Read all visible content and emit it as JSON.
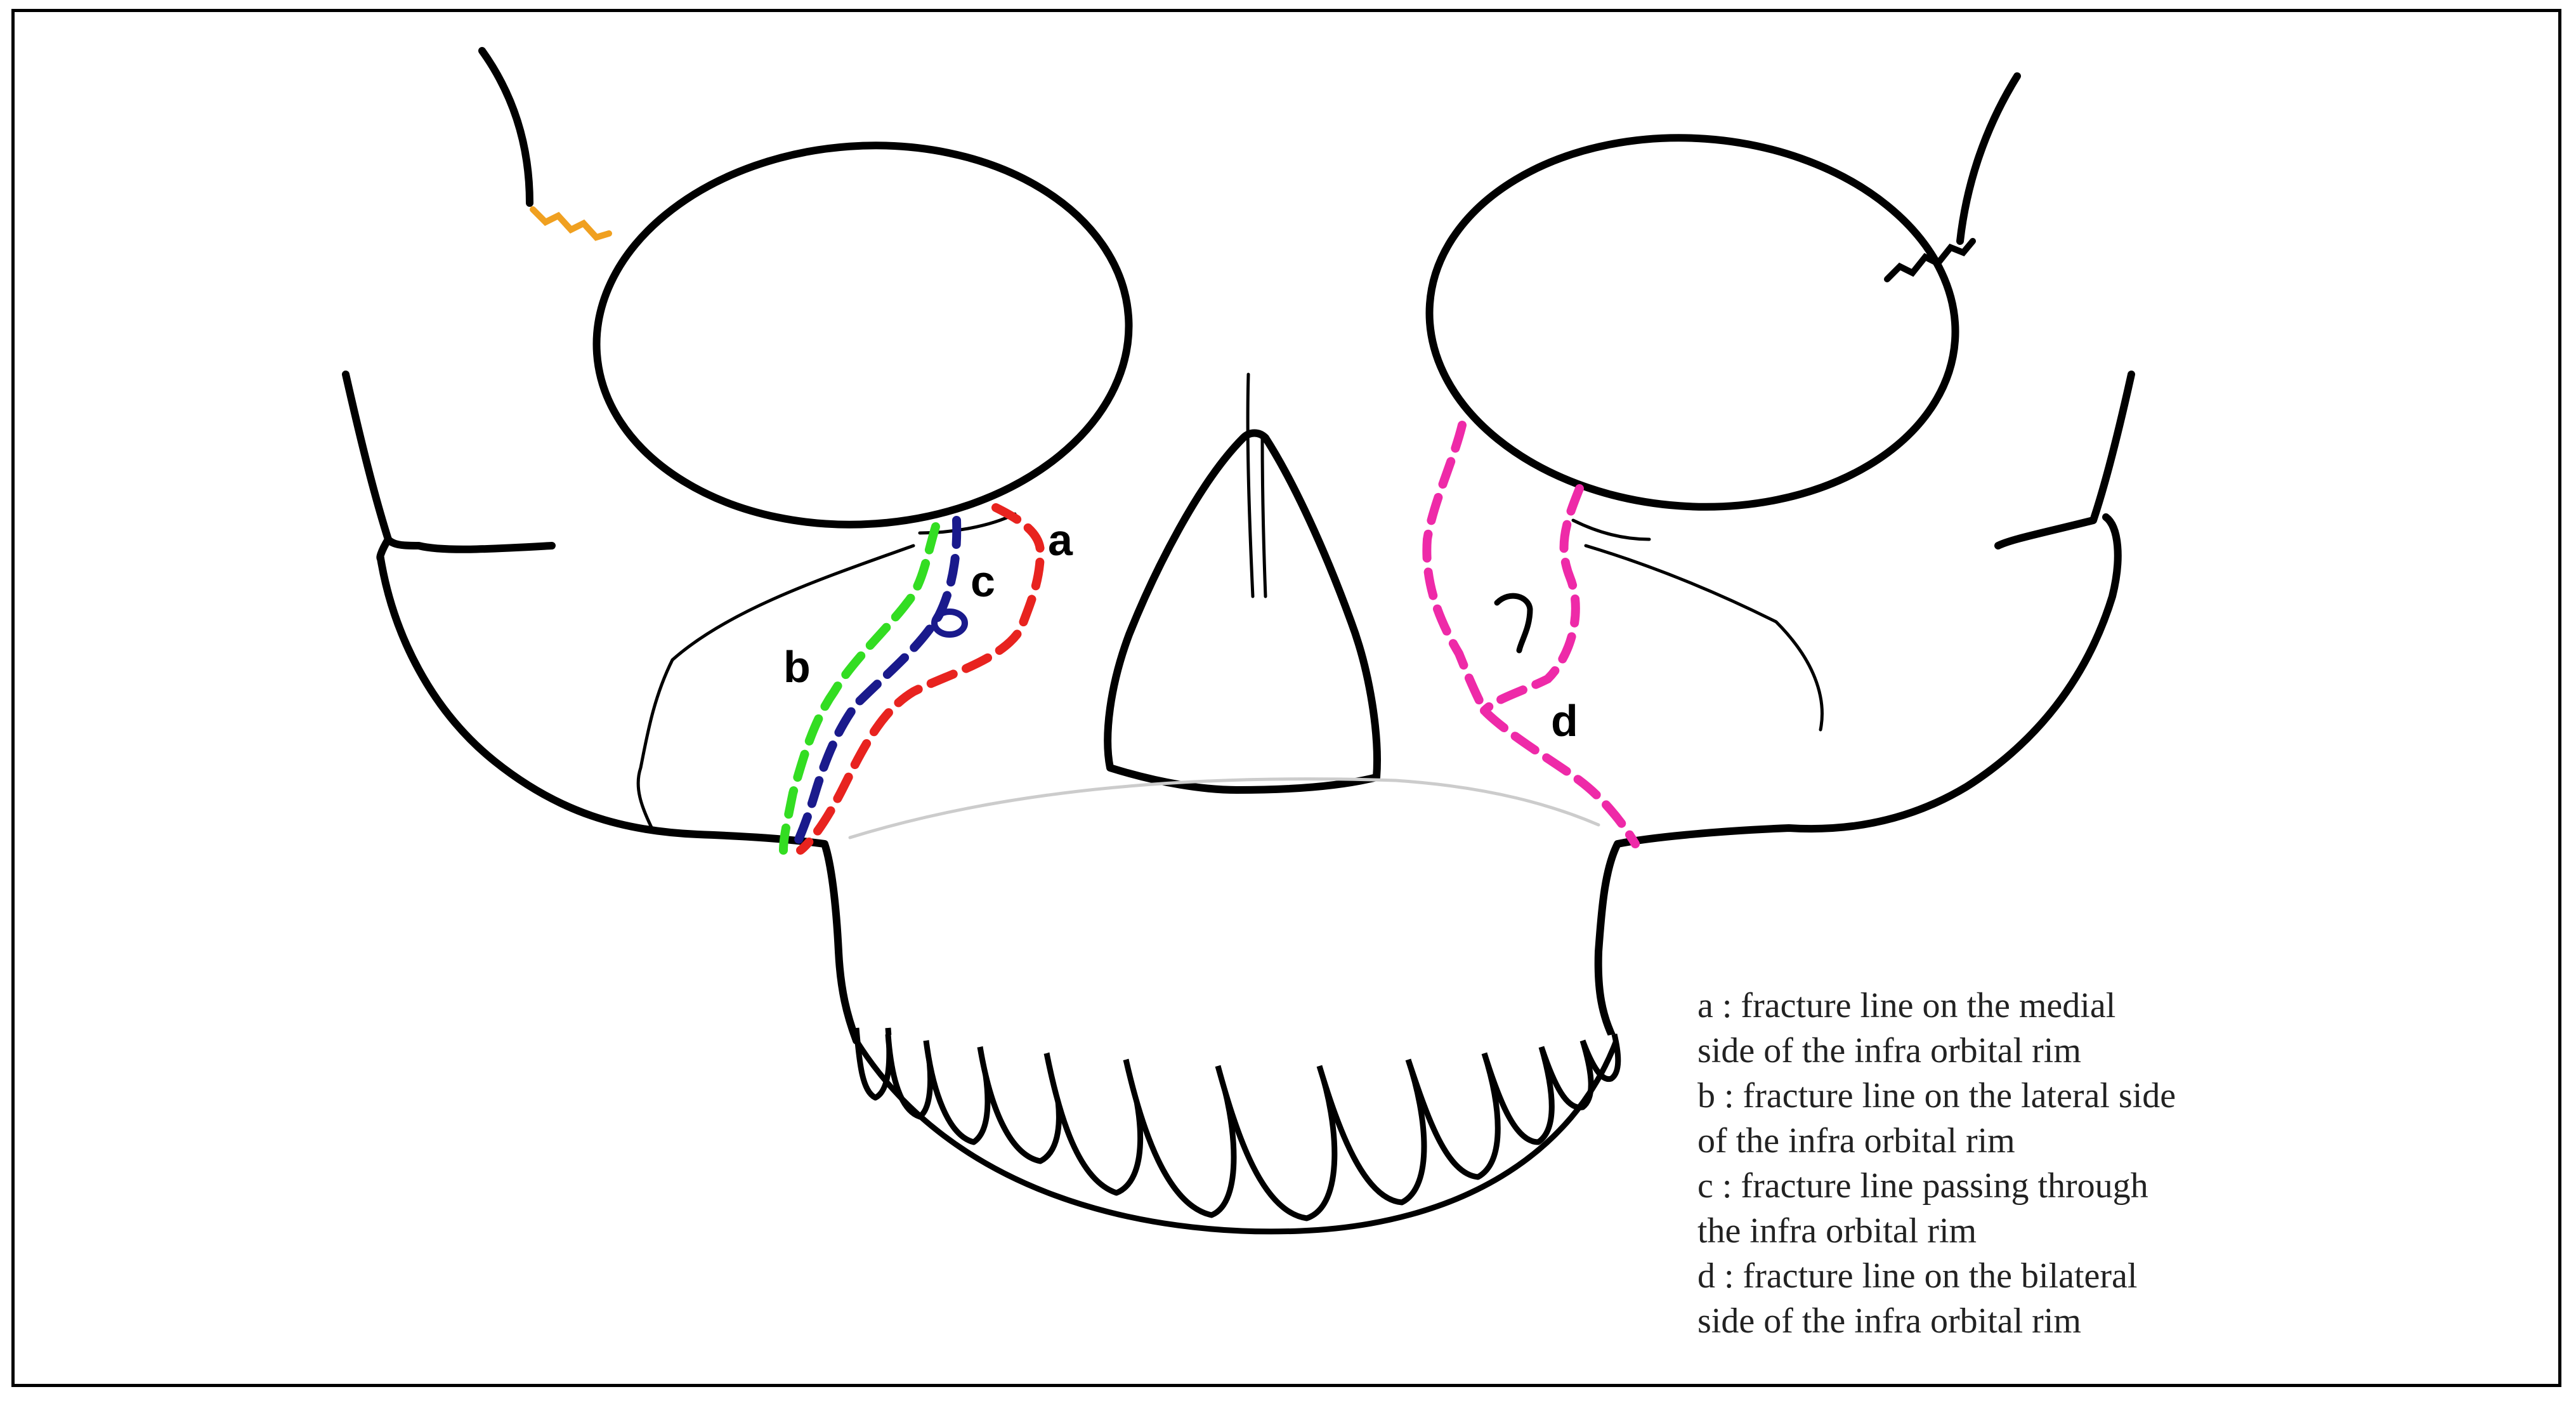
{
  "labels": {
    "a": "a",
    "b": "b",
    "c": "c",
    "d": "d"
  },
  "legend": [
    "a : fracture line on  the medial",
    "side of the infra orbital rim",
    "b : fracture line on  the lateral side",
    "of the infra orbital rim",
    "c :  fracture line passing through",
    "the infra orbital rim",
    "d : fracture line on  the bilateral",
    "side of the infra orbital rim"
  ],
  "colors": {
    "line_a": "#e8231f",
    "line_b": "#33dd22",
    "line_c": "#1a1a8c",
    "line_d": "#ee2aa8",
    "orange_fracture": "#f0a020"
  }
}
